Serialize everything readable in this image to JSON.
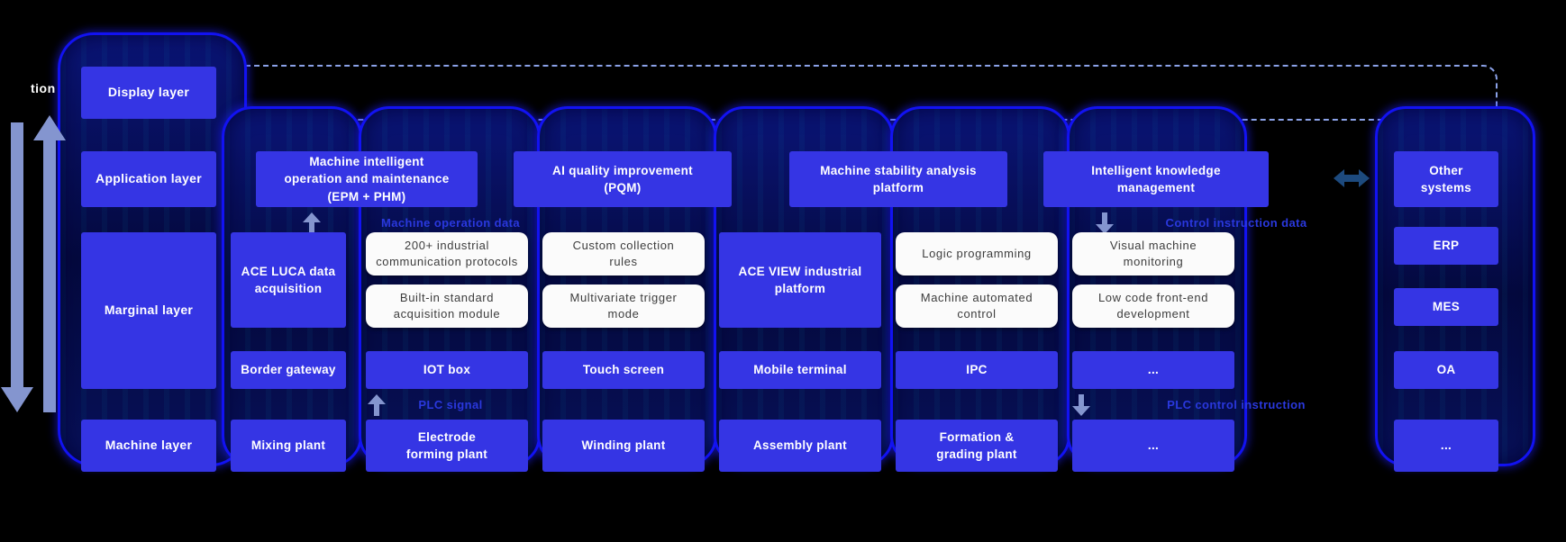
{
  "left_rail": {
    "truncated_label": "tion"
  },
  "layers": {
    "display": "Display layer",
    "application": "Application layer",
    "marginal": "Marginal layer",
    "machine": "Machine layer"
  },
  "app_row": {
    "epm_phm": "Machine intelligent\noperation and maintenance\n(EPM + PHM)",
    "pqm": "AI quality improvement\n(PQM)",
    "stability": "Machine stability analysis\nplatform",
    "knowledge": "Intelligent knowledge\nmanagement",
    "other_systems": "Other\nsystems"
  },
  "flow": {
    "machine_operation_data": "Machine operation data",
    "control_instruction_data": "Control instruction data",
    "plc_signal": "PLC signal",
    "plc_control_instruction": "PLC control instruction"
  },
  "marginal_row": {
    "ace_luca": "ACE LUCA data\nacquisition",
    "ace_view": "ACE VIEW industrial\nplatform",
    "protocols": "200+ industrial\ncommunication protocols",
    "acquisition_module": "Built-in standard\nacquisition module",
    "collection_rules": "Custom collection\nrules",
    "trigger_mode": "Multivariate trigger\nmode",
    "logic_programming": "Logic programming",
    "automated_control": "Machine automated\ncontrol",
    "visual_monitoring": "Visual machine\nmonitoring",
    "low_code": "Low code front-end\ndevelopment"
  },
  "device_row": {
    "border_gateway": "Border gateway",
    "iot_box": "IOT box",
    "touch_screen": "Touch screen",
    "mobile_terminal": "Mobile terminal",
    "ipc": "IPC",
    "more": "..."
  },
  "machine_row": {
    "mixing": "Mixing plant",
    "electrode": "Electrode\nforming plant",
    "winding": "Winding plant",
    "assembly": "Assembly plant",
    "formation": "Formation &\ngrading plant",
    "more": "...",
    "more_right": "..."
  },
  "right_column": {
    "erp": "ERP",
    "mes": "MES",
    "oa": "OA"
  },
  "colors": {
    "box_blue": "#3535e4",
    "panel_border_blue": "#1212f2",
    "panel_fill_navy": "#070f5c",
    "flow_label_blue": "#2a38dd",
    "arrow_periwinkle": "#8495cf",
    "exchange_arrow_blue": "#1d4a7e",
    "dashed_outline_blue": "#8ba2e8",
    "white_box": "#fbfbfb",
    "background": "#000000"
  }
}
